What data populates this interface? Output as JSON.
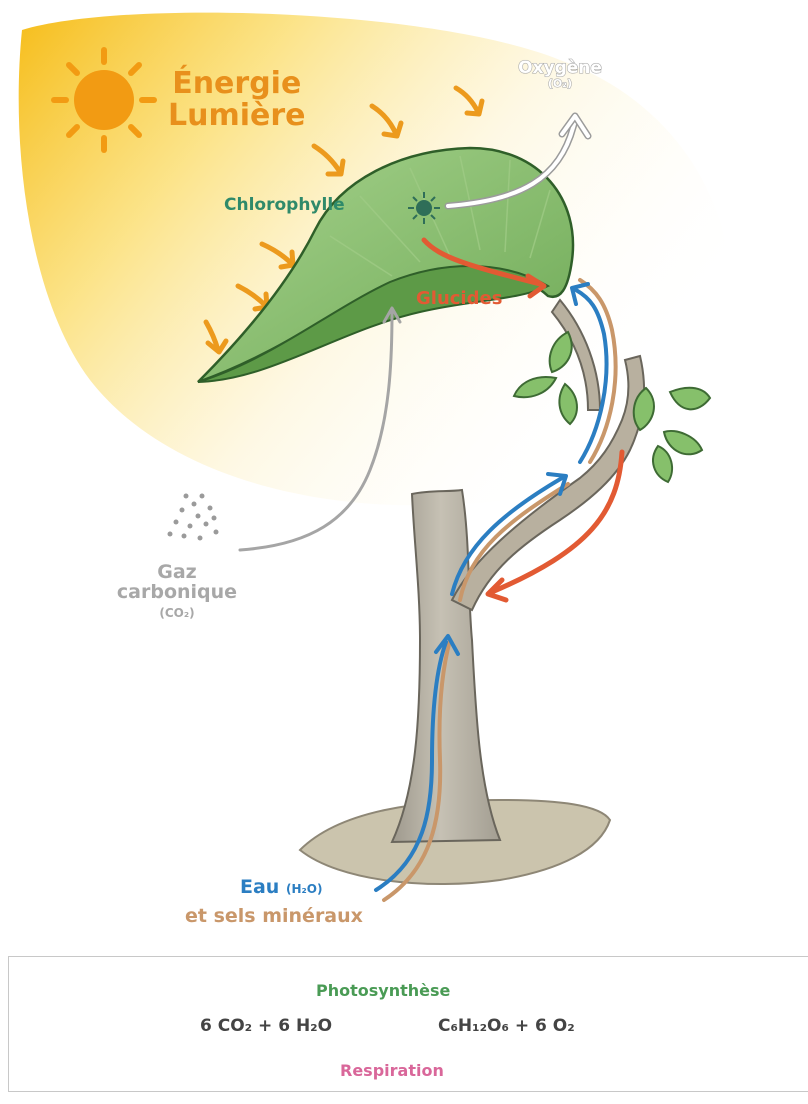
{
  "colors": {
    "energy_orange": "#e8901c",
    "sun_yellow": "#f6b800",
    "chlorophyll_green": "#2f8a6a",
    "glucides_red": "#e25a33",
    "gas_gray": "#a8a8a8",
    "water_blue": "#2b7ec2",
    "minerals_tan": "#c9976a",
    "leaf_green": "#86c06b",
    "trunk_gray": "#bdb8ab",
    "ground_tan": "#c8c1a9",
    "photosynthesis_green": "#4a9b55",
    "respiration_pink": "#d9679a"
  },
  "diagram": {
    "energy_label_line1": "Énergie",
    "energy_label_line2": "Lumière",
    "oxygen_label": "Oxygène",
    "oxygen_formula": "(O₂)",
    "chlorophyll_label": "Chlorophylle",
    "glucides_label": "Glucides",
    "co2_label_line1": "Gaz",
    "co2_label_line2": "carbonique",
    "co2_formula": "(CO₂)",
    "water_label": "Eau",
    "water_formula": "(H₂O)",
    "minerals_label": "et sels minéraux"
  },
  "legend": {
    "photosynthesis_label": "Photosynthèse",
    "equation_left": "6 CO₂ + 6 H₂O",
    "equation_right": "C₆H₁₂O₆ + 6 O₂",
    "respiration_label": "Respiration",
    "icons": [
      "tree-icon",
      "people-icon"
    ]
  }
}
